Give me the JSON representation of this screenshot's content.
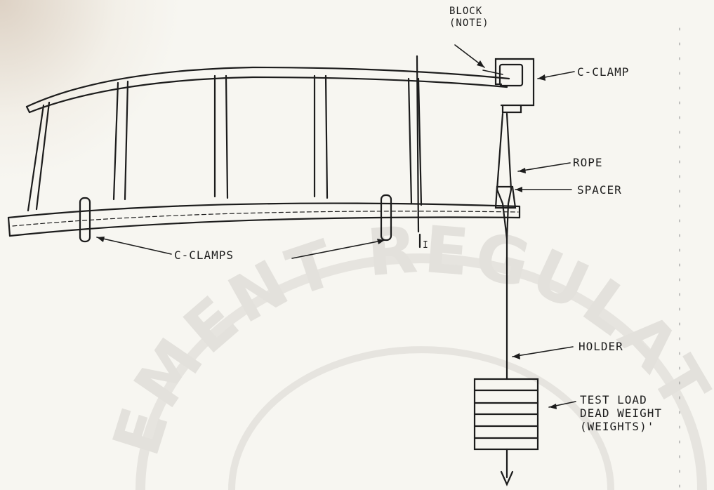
{
  "labels": {
    "block_note_1": "BLOCK",
    "block_note_2": "(NOTE)",
    "c_clamp": "C-CLAMP",
    "rope": "ROPE",
    "spacer": "SPACER",
    "c_clamps": "C-CLAMPS",
    "holder": "HOLDER",
    "test_load_1": "TEST LOAD",
    "test_load_2": "DEAD WEIGHT",
    "test_load_3": "(WEIGHTS)'",
    "section_mark": "I"
  },
  "watermark": {
    "text": "EMENT REGULAT",
    "color": "#e3e1dc"
  },
  "colors": {
    "ink": "#1c1c1c",
    "paper": "#f7f6f1"
  }
}
